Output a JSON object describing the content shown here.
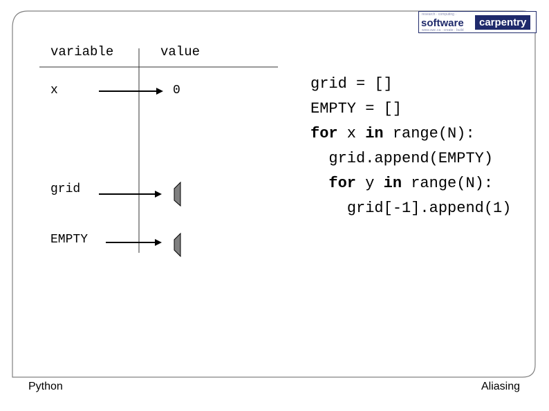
{
  "header": {
    "variable_label": "variable",
    "value_label": "value"
  },
  "variables": [
    {
      "name": "x",
      "value": "0"
    },
    {
      "name": "grid",
      "value": ""
    },
    {
      "name": "EMPTY",
      "value": ""
    }
  ],
  "code": [
    {
      "indent": "",
      "tokens": [
        {
          "t": "grid = []",
          "kw": false
        }
      ]
    },
    {
      "indent": "",
      "tokens": [
        {
          "t": "EMPTY = []",
          "kw": false
        }
      ]
    },
    {
      "indent": "",
      "tokens": [
        {
          "t": "for",
          "kw": true
        },
        {
          "t": " x ",
          "kw": false
        },
        {
          "t": "in",
          "kw": true
        },
        {
          "t": " range(N):",
          "kw": false
        }
      ]
    },
    {
      "indent": "  ",
      "tokens": [
        {
          "t": "grid.append(EMPTY)",
          "kw": false
        }
      ]
    },
    {
      "indent": "  ",
      "tokens": [
        {
          "t": "for",
          "kw": true
        },
        {
          "t": " y ",
          "kw": false
        },
        {
          "t": "in",
          "kw": true
        },
        {
          "t": " range(N):",
          "kw": false
        }
      ]
    },
    {
      "indent": "    ",
      "tokens": [
        {
          "t": "grid[-1].append(1)",
          "kw": false
        }
      ]
    }
  ],
  "logo": {
    "word1": "software",
    "word2": "carpentry",
    "fine_top": "research · computing ·",
    "fine_bottom": "www.swc.ca · create · build"
  },
  "footer": {
    "left": "Python",
    "right": "Aliasing"
  },
  "colors": {
    "frame": "#808080",
    "shape_fill": "#808080",
    "logo_navy": "#1f2a6b"
  }
}
